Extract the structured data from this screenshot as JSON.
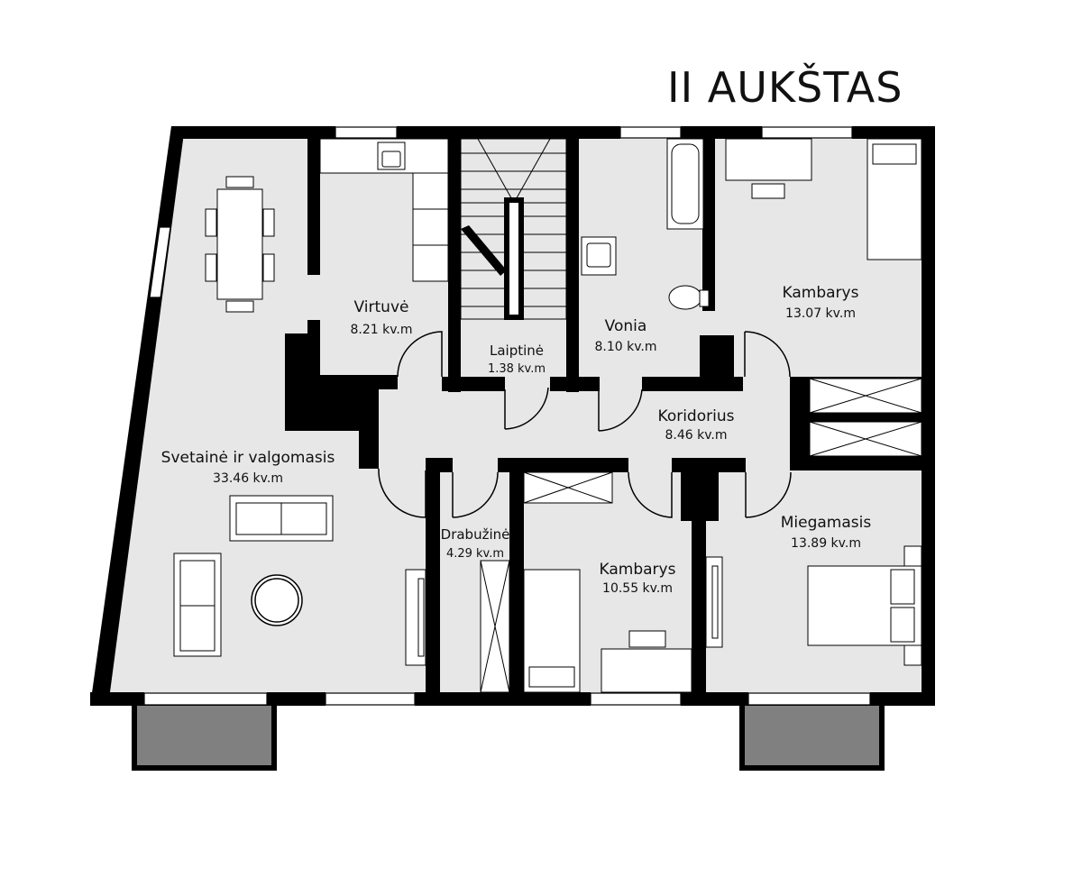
{
  "floor_title": "II AUKŠTAS",
  "rooms": [
    {
      "id": "living",
      "name": "Svetainė ir valgomasis",
      "area": "33.46 kv.m"
    },
    {
      "id": "kitchen",
      "name": "Virtuvė",
      "area": "8.21 kv.m"
    },
    {
      "id": "stairs",
      "name": "Laiptinė",
      "area": "1.38 kv.m"
    },
    {
      "id": "bathroom",
      "name": "Vonia",
      "area": "8.10 kv.m"
    },
    {
      "id": "room1",
      "name": "Kambarys",
      "area": "13.07 kv.m"
    },
    {
      "id": "corridor",
      "name": "Koridorius",
      "area": "8.46 kv.m"
    },
    {
      "id": "wardrobe",
      "name": "Drabužinė",
      "area": "4.29 kv.m"
    },
    {
      "id": "room2",
      "name": "Kambarys",
      "area": "10.55 kv.m"
    },
    {
      "id": "bedroom",
      "name": "Miegamasis",
      "area": "13.89 kv.m"
    }
  ],
  "colors": {
    "wall": "#000000",
    "floor": "#e7e7e7",
    "balcony": "#808080",
    "background": "#ffffff"
  }
}
